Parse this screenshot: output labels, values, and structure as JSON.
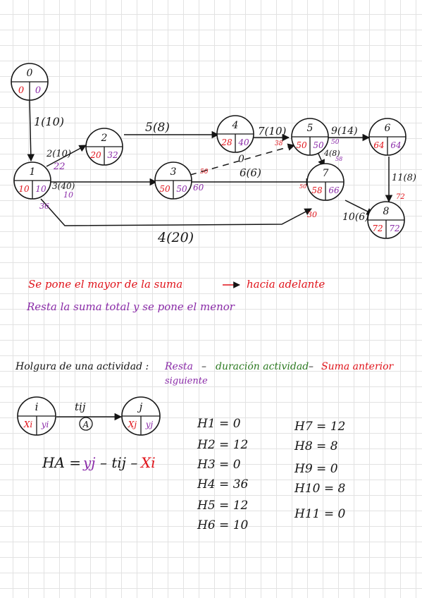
{
  "nodes": [
    {
      "id": "0",
      "early": "0",
      "late": "0"
    },
    {
      "id": "1",
      "early": "10",
      "late": "10"
    },
    {
      "id": "2",
      "early": "20",
      "late": "32"
    },
    {
      "id": "3",
      "early": "50",
      "late": "50"
    },
    {
      "id": "4",
      "early": "28",
      "late": "40"
    },
    {
      "id": "5",
      "early": "50",
      "late": "50"
    },
    {
      "id": "6",
      "early": "64",
      "late": "64"
    },
    {
      "id": "7",
      "early": "58",
      "late": "66"
    },
    {
      "id": "8",
      "early": "72",
      "late": "72"
    }
  ],
  "edges": [
    {
      "label": "1(10)"
    },
    {
      "label": "2(10)"
    },
    {
      "label": "3(40)"
    },
    {
      "label": "4(20)"
    },
    {
      "label": "5(8)"
    },
    {
      "label": "7(10)"
    },
    {
      "label": "9(14)"
    },
    {
      "label": "4(8)"
    },
    {
      "label": "11(8)"
    },
    {
      "label": "6(6)"
    },
    {
      "label": "0"
    },
    {
      "label": "10(6)"
    }
  ],
  "annotations": [
    {
      "text": "22",
      "color": "#8a2ba8"
    },
    {
      "text": "10",
      "color": "#8a2ba8"
    },
    {
      "text": "36",
      "color": "#8a2ba8"
    },
    {
      "text": "50",
      "color": "#e0141b"
    },
    {
      "text": "60",
      "color": "#8a2ba8"
    },
    {
      "text": "38",
      "color": "#e0141b"
    },
    {
      "text": "50",
      "color": "#8a2ba8"
    },
    {
      "text": "58",
      "color": "#8a2ba8"
    },
    {
      "text": "50",
      "color": "#e0141b"
    },
    {
      "text": "30",
      "color": "#e0141b"
    },
    {
      "text": "72",
      "color": "#e0141b"
    }
  ],
  "notes": {
    "forward": "Se pone el mayor de la suma",
    "forward_arrow": "hacia adelante",
    "backward": "Resta la suma total y se pone el menor",
    "slack_title": "Holgura de una actividad :",
    "slack_resta": "Resta",
    "slack_dash1": "–",
    "slack_duracion": "duración actividad",
    "slack_dash2": "–",
    "slack_suma": "Suma anterior",
    "slack_siguiente": "siguiente"
  },
  "legend": {
    "node_i": "i",
    "node_j": "j",
    "xi": "Xi",
    "yi": "yi",
    "xj": "Xj",
    "yj": "yj",
    "edge_label": "tij",
    "activity": "A",
    "formula_lhs": "HA =",
    "formula_yj": "yj",
    "formula_mid": "– tij –",
    "formula_xi": "Xi"
  },
  "slacks": [
    "H1 = 0",
    "H2 = 12",
    "H3 = 0",
    "H4 = 36",
    "H5 = 12",
    "H6 = 10",
    "H7 = 12",
    "H8 = 8",
    "H9 = 0",
    "H10 = 8",
    "H11 = 0"
  ]
}
